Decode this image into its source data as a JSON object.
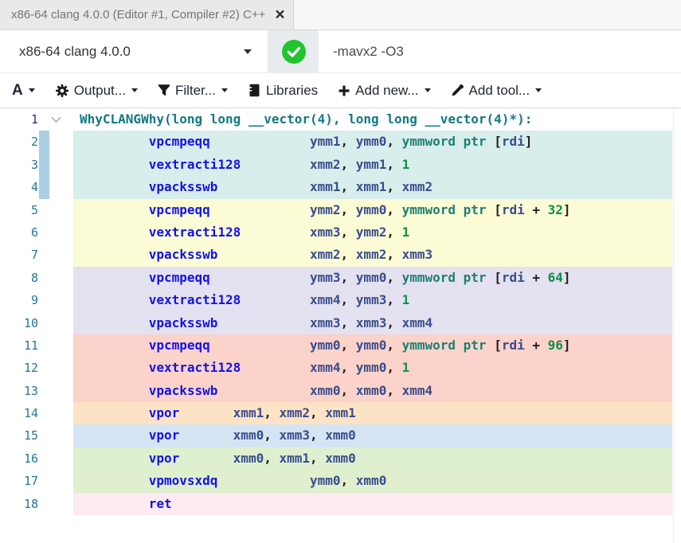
{
  "window": {
    "tab_title": "x86-64 clang 4.0.0 (Editor #1, Compiler #2) C++",
    "close_label": "×"
  },
  "compiler_bar": {
    "compiler_name": "x86-64 clang 4.0.0",
    "status": "compilation-succeeded",
    "options_value": "-mavx2 -O3"
  },
  "toolbar": {
    "font_button": "A",
    "output": "Output...",
    "filter": "Filter...",
    "libraries": "Libraries",
    "add_new": "Add new...",
    "add_tool": "Add tool..."
  },
  "colors": {
    "status_green": "#22c32e",
    "deco_bar": "#abcfe2",
    "line_number": "#237893",
    "line_number_active": "#1b2e87",
    "tokens": {
      "label": "#117a83",
      "mnemonic": "#1313e8",
      "reg": "#3a4d8c",
      "kw": "#1d7f72",
      "num": "#0d9048",
      "punct": "#202020",
      "plain": "#202020"
    }
  },
  "asm": {
    "active_line": 1,
    "lines": [
      {
        "n": 1,
        "bg": "#ffffff",
        "fold": true,
        "tokens": [
          [
            "label",
            "WhyCLANGWhy(long long __vector(4), long long __vector(4)*):"
          ]
        ]
      },
      {
        "n": 2,
        "bg": "#d8eeec",
        "deco": true,
        "tokens": [
          [
            "plain",
            "         "
          ],
          [
            "mnemonic",
            "vpcmpeqq"
          ],
          [
            "plain",
            "             "
          ],
          [
            "reg",
            "ymm1"
          ],
          [
            "punct",
            ", "
          ],
          [
            "reg",
            "ymm0"
          ],
          [
            "punct",
            ", "
          ],
          [
            "kw",
            "ymmword ptr"
          ],
          [
            "punct",
            " ["
          ],
          [
            "reg",
            "rdi"
          ],
          [
            "punct",
            "]"
          ]
        ]
      },
      {
        "n": 3,
        "bg": "#d8eeec",
        "deco": true,
        "tokens": [
          [
            "plain",
            "         "
          ],
          [
            "mnemonic",
            "vextracti128"
          ],
          [
            "plain",
            "         "
          ],
          [
            "reg",
            "xmm2"
          ],
          [
            "punct",
            ", "
          ],
          [
            "reg",
            "ymm1"
          ],
          [
            "punct",
            ", "
          ],
          [
            "num",
            "1"
          ]
        ]
      },
      {
        "n": 4,
        "bg": "#d8eeec",
        "deco": true,
        "tokens": [
          [
            "plain",
            "         "
          ],
          [
            "mnemonic",
            "vpacksswb"
          ],
          [
            "plain",
            "            "
          ],
          [
            "reg",
            "xmm1"
          ],
          [
            "punct",
            ", "
          ],
          [
            "reg",
            "xmm1"
          ],
          [
            "punct",
            ", "
          ],
          [
            "reg",
            "xmm2"
          ]
        ]
      },
      {
        "n": 5,
        "bg": "#fbfbd5",
        "tokens": [
          [
            "plain",
            "         "
          ],
          [
            "mnemonic",
            "vpcmpeqq"
          ],
          [
            "plain",
            "             "
          ],
          [
            "reg",
            "ymm2"
          ],
          [
            "punct",
            ", "
          ],
          [
            "reg",
            "ymm0"
          ],
          [
            "punct",
            ", "
          ],
          [
            "kw",
            "ymmword ptr"
          ],
          [
            "punct",
            " ["
          ],
          [
            "reg",
            "rdi"
          ],
          [
            "punct",
            " + "
          ],
          [
            "num",
            "32"
          ],
          [
            "punct",
            "]"
          ]
        ]
      },
      {
        "n": 6,
        "bg": "#fbfbd5",
        "tokens": [
          [
            "plain",
            "         "
          ],
          [
            "mnemonic",
            "vextracti128"
          ],
          [
            "plain",
            "         "
          ],
          [
            "reg",
            "xmm3"
          ],
          [
            "punct",
            ", "
          ],
          [
            "reg",
            "ymm2"
          ],
          [
            "punct",
            ", "
          ],
          [
            "num",
            "1"
          ]
        ]
      },
      {
        "n": 7,
        "bg": "#fbfbd5",
        "tokens": [
          [
            "plain",
            "         "
          ],
          [
            "mnemonic",
            "vpacksswb"
          ],
          [
            "plain",
            "            "
          ],
          [
            "reg",
            "xmm2"
          ],
          [
            "punct",
            ", "
          ],
          [
            "reg",
            "xmm2"
          ],
          [
            "punct",
            ", "
          ],
          [
            "reg",
            "xmm3"
          ]
        ]
      },
      {
        "n": 8,
        "bg": "#e4e1f0",
        "tokens": [
          [
            "plain",
            "         "
          ],
          [
            "mnemonic",
            "vpcmpeqq"
          ],
          [
            "plain",
            "             "
          ],
          [
            "reg",
            "ymm3"
          ],
          [
            "punct",
            ", "
          ],
          [
            "reg",
            "ymm0"
          ],
          [
            "punct",
            ", "
          ],
          [
            "kw",
            "ymmword ptr"
          ],
          [
            "punct",
            " ["
          ],
          [
            "reg",
            "rdi"
          ],
          [
            "punct",
            " + "
          ],
          [
            "num",
            "64"
          ],
          [
            "punct",
            "]"
          ]
        ]
      },
      {
        "n": 9,
        "bg": "#e4e1f0",
        "tokens": [
          [
            "plain",
            "         "
          ],
          [
            "mnemonic",
            "vextracti128"
          ],
          [
            "plain",
            "         "
          ],
          [
            "reg",
            "xmm4"
          ],
          [
            "punct",
            ", "
          ],
          [
            "reg",
            "ymm3"
          ],
          [
            "punct",
            ", "
          ],
          [
            "num",
            "1"
          ]
        ]
      },
      {
        "n": 10,
        "bg": "#e4e1f0",
        "tokens": [
          [
            "plain",
            "         "
          ],
          [
            "mnemonic",
            "vpacksswb"
          ],
          [
            "plain",
            "            "
          ],
          [
            "reg",
            "xmm3"
          ],
          [
            "punct",
            ", "
          ],
          [
            "reg",
            "xmm3"
          ],
          [
            "punct",
            ", "
          ],
          [
            "reg",
            "xmm4"
          ]
        ]
      },
      {
        "n": 11,
        "bg": "#fbd3ca",
        "tokens": [
          [
            "plain",
            "         "
          ],
          [
            "mnemonic",
            "vpcmpeqq"
          ],
          [
            "plain",
            "             "
          ],
          [
            "reg",
            "ymm0"
          ],
          [
            "punct",
            ", "
          ],
          [
            "reg",
            "ymm0"
          ],
          [
            "punct",
            ", "
          ],
          [
            "kw",
            "ymmword ptr"
          ],
          [
            "punct",
            " ["
          ],
          [
            "reg",
            "rdi"
          ],
          [
            "punct",
            " + "
          ],
          [
            "num",
            "96"
          ],
          [
            "punct",
            "]"
          ]
        ]
      },
      {
        "n": 12,
        "bg": "#fbd3ca",
        "tokens": [
          [
            "plain",
            "         "
          ],
          [
            "mnemonic",
            "vextracti128"
          ],
          [
            "plain",
            "         "
          ],
          [
            "reg",
            "xmm4"
          ],
          [
            "punct",
            ", "
          ],
          [
            "reg",
            "ymm0"
          ],
          [
            "punct",
            ", "
          ],
          [
            "num",
            "1"
          ]
        ]
      },
      {
        "n": 13,
        "bg": "#fbd3ca",
        "tokens": [
          [
            "plain",
            "         "
          ],
          [
            "mnemonic",
            "vpacksswb"
          ],
          [
            "plain",
            "            "
          ],
          [
            "reg",
            "xmm0"
          ],
          [
            "punct",
            ", "
          ],
          [
            "reg",
            "xmm0"
          ],
          [
            "punct",
            ", "
          ],
          [
            "reg",
            "xmm4"
          ]
        ]
      },
      {
        "n": 14,
        "bg": "#fde3c6",
        "tokens": [
          [
            "plain",
            "         "
          ],
          [
            "mnemonic",
            "vpor"
          ],
          [
            "plain",
            "       "
          ],
          [
            "reg",
            "xmm1"
          ],
          [
            "punct",
            ", "
          ],
          [
            "reg",
            "xmm2"
          ],
          [
            "punct",
            ", "
          ],
          [
            "reg",
            "xmm1"
          ]
        ]
      },
      {
        "n": 15,
        "bg": "#d5e4f2",
        "tokens": [
          [
            "plain",
            "         "
          ],
          [
            "mnemonic",
            "vpor"
          ],
          [
            "plain",
            "       "
          ],
          [
            "reg",
            "xmm0"
          ],
          [
            "punct",
            ", "
          ],
          [
            "reg",
            "xmm3"
          ],
          [
            "punct",
            ", "
          ],
          [
            "reg",
            "xmm0"
          ]
        ]
      },
      {
        "n": 16,
        "bg": "#def0cf",
        "tokens": [
          [
            "plain",
            "         "
          ],
          [
            "mnemonic",
            "vpor"
          ],
          [
            "plain",
            "       "
          ],
          [
            "reg",
            "xmm0"
          ],
          [
            "punct",
            ", "
          ],
          [
            "reg",
            "xmm1"
          ],
          [
            "punct",
            ", "
          ],
          [
            "reg",
            "xmm0"
          ]
        ]
      },
      {
        "n": 17,
        "bg": "#e0efce",
        "tokens": [
          [
            "plain",
            "         "
          ],
          [
            "mnemonic",
            "vpmovsxdq"
          ],
          [
            "plain",
            "            "
          ],
          [
            "reg",
            "ymm0"
          ],
          [
            "punct",
            ", "
          ],
          [
            "reg",
            "xmm0"
          ]
        ]
      },
      {
        "n": 18,
        "bg": "#fdeaf3",
        "tokens": [
          [
            "plain",
            "         "
          ],
          [
            "mnemonic",
            "ret"
          ]
        ]
      }
    ]
  }
}
